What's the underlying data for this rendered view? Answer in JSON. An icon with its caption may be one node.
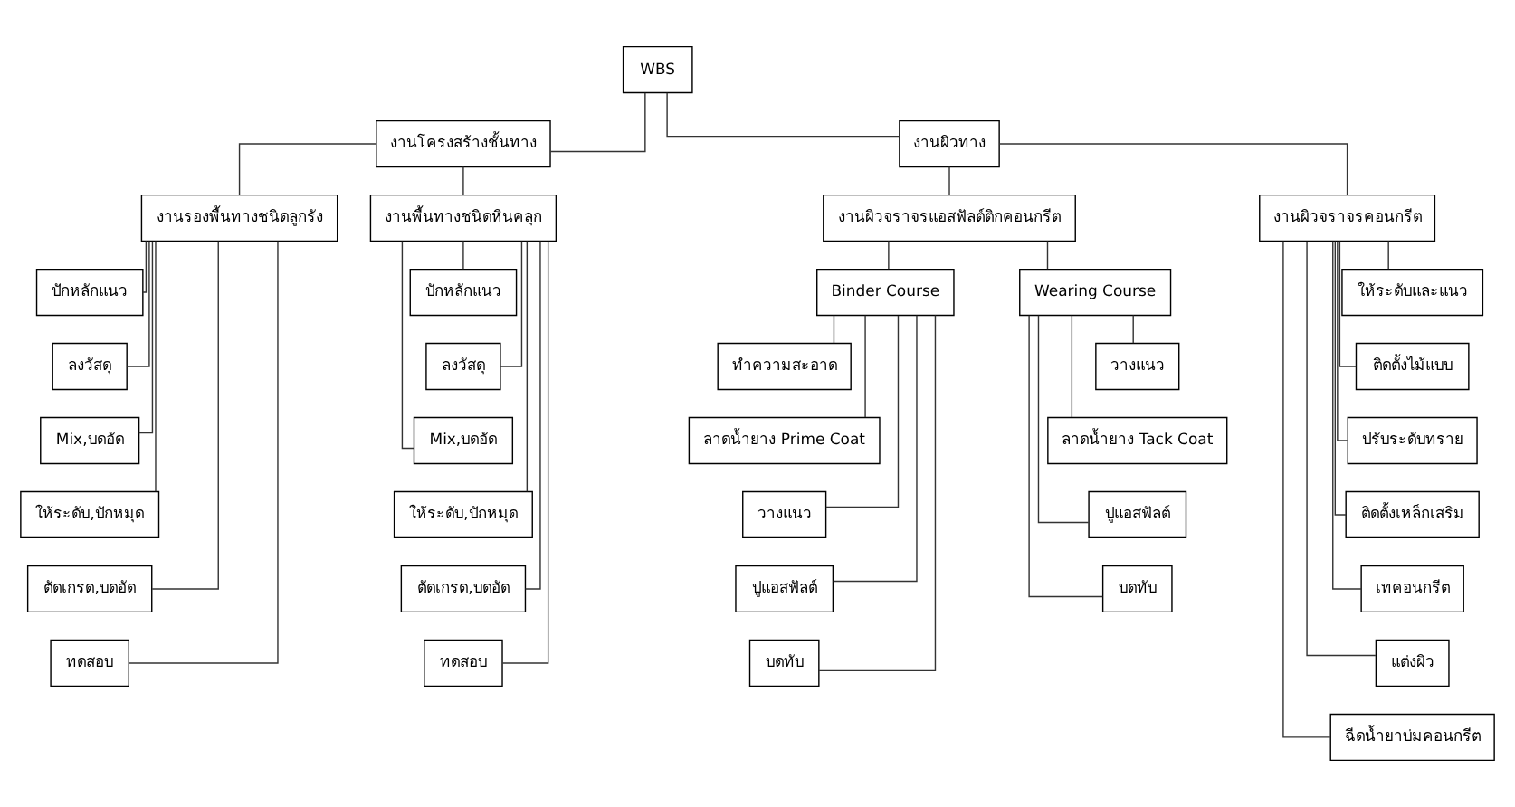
{
  "diagram": {
    "nodes": [
      {
        "text": [
          "WBS"
        ]
      },
      {
        "text": [
          "งานโครงสร้างชั้นทาง"
        ]
      },
      {
        "text": [
          "งานผิวทาง"
        ]
      },
      {
        "text": [
          "งานรองพื้นทางชนิดลูกรัง"
        ]
      },
      {
        "text": [
          "งานพื้นทางชนิดหินคลุก"
        ]
      },
      {
        "text": [
          "งานผิวจราจรแอสฟัลต์ติกคอนกรีต"
        ]
      },
      {
        "text": [
          "งานผิวจราจรคอนกรีต"
        ]
      },
      {
        "text": [
          "Binder Course"
        ]
      },
      {
        "text": [
          "Wearing Course"
        ]
      },
      {
        "text": [
          "ปักหลักแนว"
        ]
      },
      {
        "text": [
          "ลงวัสดุ"
        ]
      },
      {
        "text": [
          "Mix,บดอัด"
        ]
      },
      {
        "text": [
          "ให้ระดับ,ปักหมุด"
        ]
      },
      {
        "text": [
          "ตัดเกรด,บดอัด"
        ]
      },
      {
        "text": [
          "ทดสอบ"
        ]
      },
      {
        "text": [
          "ปักหลักแนว"
        ]
      },
      {
        "text": [
          "ลงวัสดุ"
        ]
      },
      {
        "text": [
          "Mix,บดอัด"
        ]
      },
      {
        "text": [
          "ให้ระดับ,ปักหมุด"
        ]
      },
      {
        "text": [
          "ตัดเกรด,บดอัด"
        ]
      },
      {
        "text": [
          "ทดสอบ"
        ]
      },
      {
        "text": [
          "ทำความสะอาด"
        ]
      },
      {
        "text": [
          "ลาดน้ำยาง Prime Coat"
        ]
      },
      {
        "text": [
          "วางแนว"
        ]
      },
      {
        "text": [
          "ปูแอสฟัลต์"
        ]
      },
      {
        "text": [
          "บดทับ"
        ]
      },
      {
        "text": [
          "วางแนว"
        ]
      },
      {
        "text": [
          "ลาดน้ำยาง Tack Coat"
        ]
      },
      {
        "text": [
          "ปูแอสฟัลต์"
        ]
      },
      {
        "text": [
          "บดทับ"
        ]
      },
      {
        "text": [
          "ให้ระดับและแนว"
        ]
      },
      {
        "text": [
          "ติดตั้งไม้แบบ"
        ]
      },
      {
        "text": [
          "ปรับระดับทราย"
        ]
      },
      {
        "text": [
          "ติดตั้งเหล็กเสริม"
        ]
      },
      {
        "text": [
          "เทคอนกรีต"
        ]
      },
      {
        "text": [
          "แต่งผิว"
        ]
      },
      {
        "text": [
          "ฉีดน้ำยาบ่มคอนกรีต"
        ]
      }
    ],
    "edges": [
      {
        "from": 0,
        "to": 1,
        "arrow": "none"
      },
      {
        "from": 0,
        "to": 2,
        "arrow": "none"
      },
      {
        "from": 1,
        "to": 3,
        "arrow": "none"
      },
      {
        "from": 1,
        "to": 4,
        "arrow": "none"
      },
      {
        "from": 2,
        "to": 5,
        "arrow": "none"
      },
      {
        "from": 2,
        "to": 6,
        "arrow": "none"
      },
      {
        "from": 5,
        "to": 7,
        "arrow": "none"
      },
      {
        "from": 5,
        "to": 8,
        "arrow": "none"
      },
      {
        "from": 3,
        "to": 9,
        "arrow": "none"
      },
      {
        "from": 3,
        "to": 10,
        "arrow": "none"
      },
      {
        "from": 3,
        "to": 11,
        "arrow": "none"
      },
      {
        "from": 3,
        "to": 12,
        "arrow": "none"
      },
      {
        "from": 3,
        "to": 13,
        "arrow": "none"
      },
      {
        "from": 3,
        "to": 14,
        "arrow": "none"
      },
      {
        "from": 4,
        "to": 15,
        "arrow": "none"
      },
      {
        "from": 4,
        "to": 16,
        "arrow": "none"
      },
      {
        "from": 4,
        "to": 17,
        "arrow": "none"
      },
      {
        "from": 4,
        "to": 18,
        "arrow": "none"
      },
      {
        "from": 4,
        "to": 19,
        "arrow": "none"
      },
      {
        "from": 4,
        "to": 20,
        "arrow": "none"
      },
      {
        "from": 7,
        "to": 21,
        "arrow": "none"
      },
      {
        "from": 7,
        "to": 22,
        "arrow": "none"
      },
      {
        "from": 7,
        "to": 23,
        "arrow": "none"
      },
      {
        "from": 7,
        "to": 24,
        "arrow": "none"
      },
      {
        "from": 7,
        "to": 25,
        "arrow": "none"
      },
      {
        "from": 8,
        "to": 26,
        "arrow": "none"
      },
      {
        "from": 8,
        "to": 27,
        "arrow": "none"
      },
      {
        "from": 8,
        "to": 28,
        "arrow": "none"
      },
      {
        "from": 8,
        "to": 29,
        "arrow": "none"
      },
      {
        "from": 6,
        "to": 30,
        "arrow": "none"
      },
      {
        "from": 6,
        "to": 31,
        "arrow": "none"
      },
      {
        "from": 6,
        "to": 32,
        "arrow": "none"
      },
      {
        "from": 6,
        "to": 33,
        "arrow": "none"
      },
      {
        "from": 6,
        "to": 34,
        "arrow": "none"
      },
      {
        "from": 6,
        "to": 35,
        "arrow": "none"
      },
      {
        "from": 6,
        "to": 36,
        "arrow": "none"
      }
    ]
  }
}
